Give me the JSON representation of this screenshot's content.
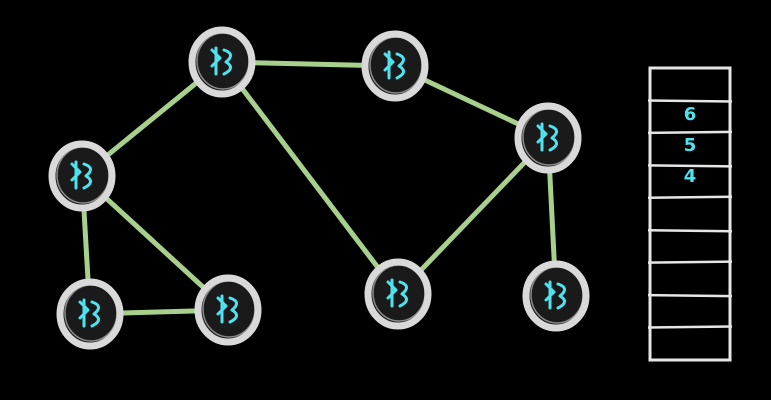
{
  "colors": {
    "background": "#000000",
    "edge": "#a8d08d",
    "node_ring": "#d9d9d9",
    "node_fill": "#1a1a1a",
    "node_glyph": "#4fe3f0",
    "stack_outline": "#e6e6e6",
    "stack_number": "#4fe3f0"
  },
  "graph": {
    "nodes": [
      {
        "id": "top-center"
      },
      {
        "id": "top-right-center"
      },
      {
        "id": "mid-left"
      },
      {
        "id": "right"
      },
      {
        "id": "bottom-left"
      },
      {
        "id": "bottom-mid-left"
      },
      {
        "id": "bottom-center"
      },
      {
        "id": "bottom-right"
      }
    ],
    "edges": [
      {
        "from": "top-center",
        "to": "top-right-center"
      },
      {
        "from": "top-center",
        "to": "mid-left"
      },
      {
        "from": "top-center",
        "to": "bottom-center"
      },
      {
        "from": "top-right-center",
        "to": "right"
      },
      {
        "from": "mid-left",
        "to": "bottom-left"
      },
      {
        "from": "mid-left",
        "to": "bottom-mid-left"
      },
      {
        "from": "bottom-left",
        "to": "bottom-mid-left"
      },
      {
        "from": "right",
        "to": "bottom-center"
      },
      {
        "from": "right",
        "to": "bottom-right"
      }
    ]
  },
  "stack": {
    "slot_count": 9,
    "labels": [
      "6",
      "5",
      "4",
      "",
      "",
      "",
      "",
      "",
      ""
    ]
  }
}
